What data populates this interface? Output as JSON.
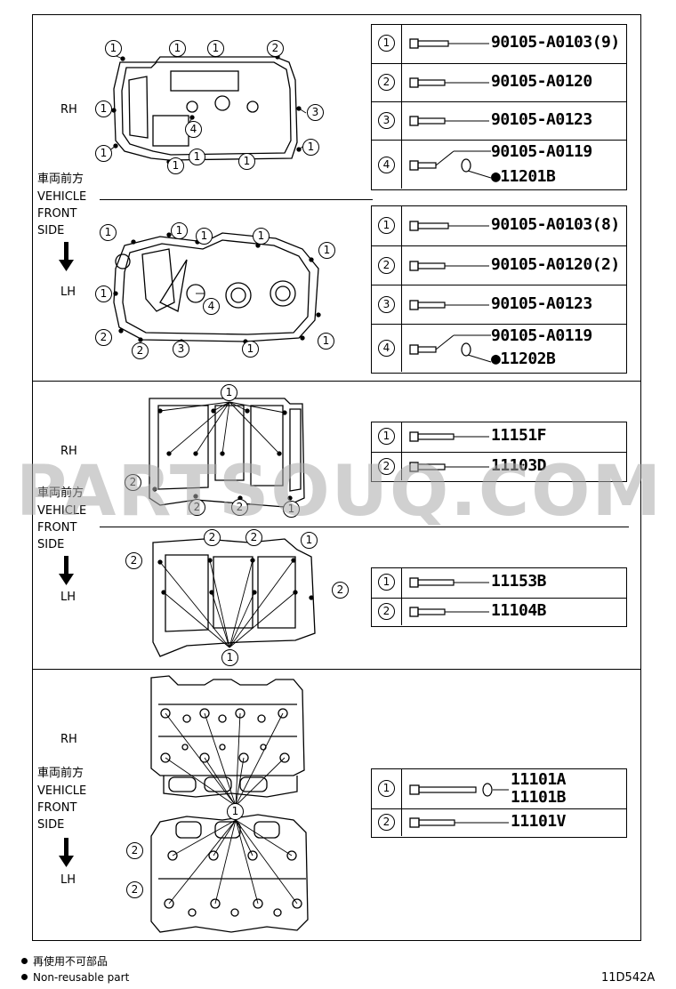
{
  "side_labels": {
    "rh": "RH",
    "lh": "LH",
    "front_jp": "車両前方",
    "front_en_1": "VEHICLE",
    "front_en_2": "FRONT",
    "front_en_3": "SIDE"
  },
  "section1": {
    "rh_table": [
      {
        "num": "1",
        "code": "90105-A0103(9)"
      },
      {
        "num": "2",
        "code": "90105-A0120"
      },
      {
        "num": "3",
        "code": "90105-A0123"
      },
      {
        "num": "4",
        "code": "90105-A0119",
        "sub": "●11201B"
      }
    ],
    "lh_table": [
      {
        "num": "1",
        "code": "90105-A0103(8)"
      },
      {
        "num": "2",
        "code": "90105-A0120(2)"
      },
      {
        "num": "3",
        "code": "90105-A0123"
      },
      {
        "num": "4",
        "code": "90105-A0119",
        "sub": "●11202B"
      }
    ],
    "rh_callouts": [
      "1",
      "1",
      "1",
      "2",
      "1",
      "3",
      "1",
      "1",
      "1",
      "1",
      "1",
      "4"
    ],
    "lh_callouts": [
      "1",
      "1",
      "1",
      "1",
      "1",
      "1",
      "4",
      "2",
      "2",
      "3",
      "1",
      "1"
    ]
  },
  "section2": {
    "rh_table": [
      {
        "num": "1",
        "code": "11151F"
      },
      {
        "num": "2",
        "code": "11103D"
      }
    ],
    "lh_table": [
      {
        "num": "1",
        "code": "11153B"
      },
      {
        "num": "2",
        "code": "11104B"
      }
    ],
    "rh_callouts": [
      "1",
      "2",
      "2",
      "2",
      "1"
    ],
    "lh_callouts": [
      "2",
      "2",
      "1",
      "2",
      "2",
      "1"
    ]
  },
  "section3": {
    "table": [
      {
        "num": "1",
        "code": "11101A",
        "code2": "11101B"
      },
      {
        "num": "2",
        "code": "11101V"
      }
    ],
    "callouts": [
      "1",
      "2",
      "2"
    ]
  },
  "watermark": "PARTSOUQ.COM",
  "footer": {
    "note_jp": "再使用不可部品",
    "note_en": "Non-reusable part",
    "diagram_id": "11D542A"
  }
}
